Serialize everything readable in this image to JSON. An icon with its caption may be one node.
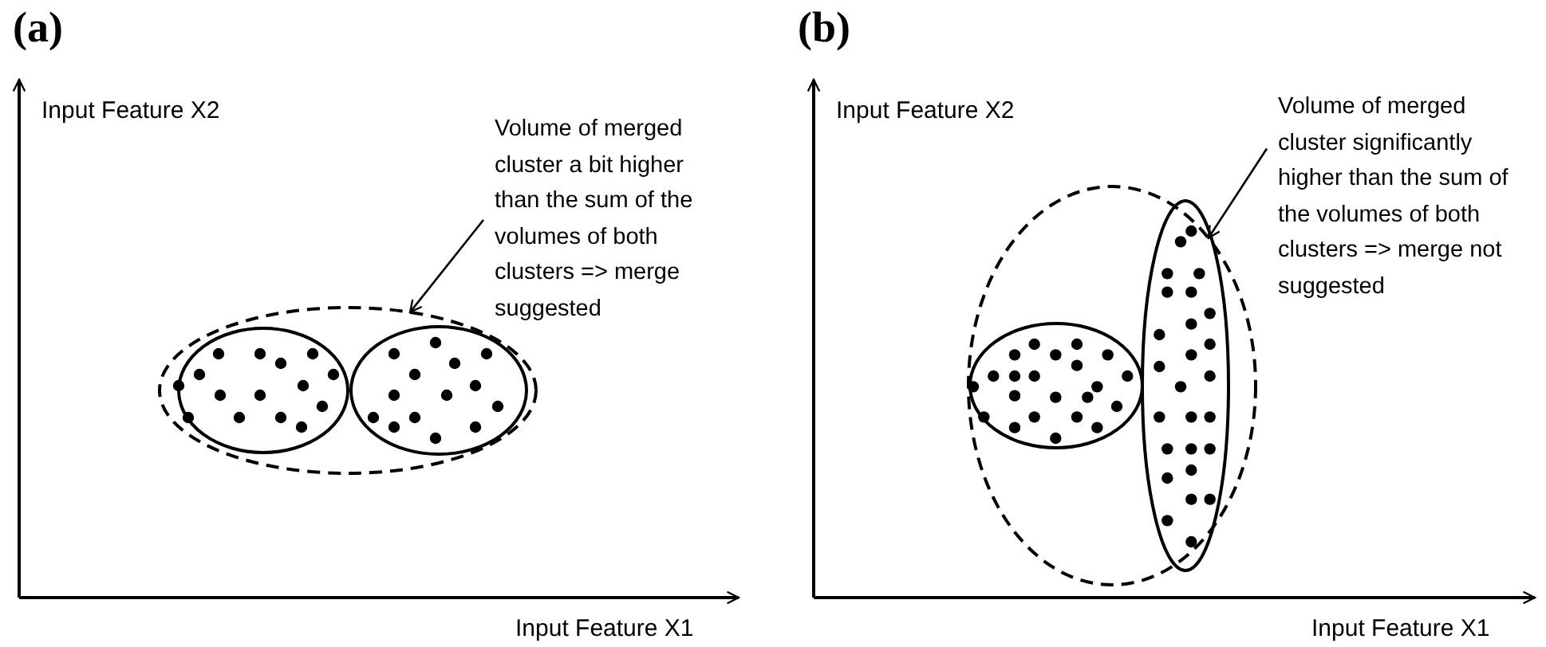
{
  "diagram": {
    "nodes": [
      {
        "text": [
          "Volume of merged cluster a bit higher than the sum of the volumes of both clusters => merge suggested"
        ]
      },
      {
        "text": [],
        "shape": "ellipse"
      },
      {
        "text": [
          "Volume of merged cluster significantly higher than the sum of the volumes of both clusters => merge not suggested"
        ]
      },
      {
        "text": [],
        "shape": "ellipse"
      }
    ],
    "edges": [
      {
        "from": 0,
        "to": 1,
        "arrow": "to"
      },
      {
        "from": 2,
        "to": 3,
        "arrow": "to"
      }
    ],
    "labels": [
      "(a)",
      "Input Feature X2",
      "Input Feature X1",
      "(b)",
      "Input Feature X2",
      "Input Feature X1"
    ]
  }
}
